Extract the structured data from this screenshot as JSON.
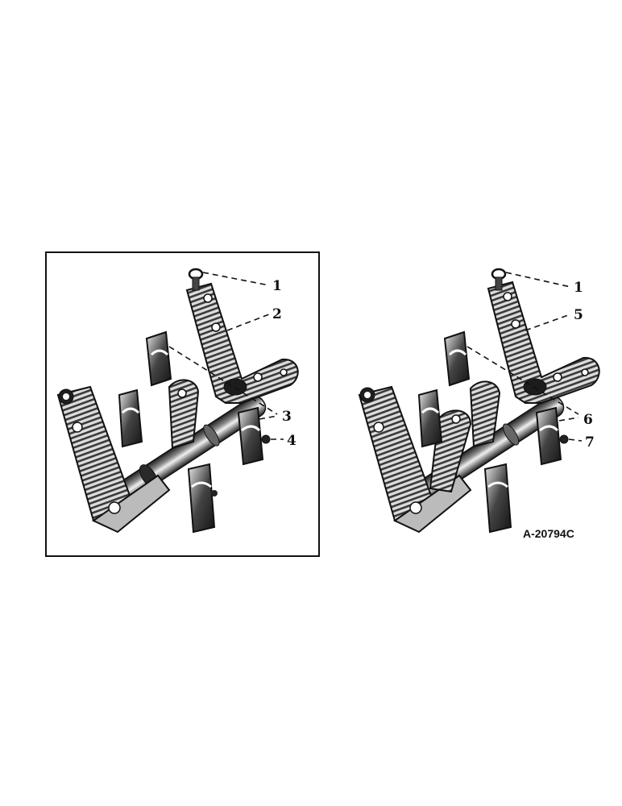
{
  "figure_id": "A-20794C",
  "left_assembly": {
    "callouts": [
      {
        "key": "c1",
        "label": "1"
      },
      {
        "key": "c2",
        "label": "2"
      },
      {
        "key": "c3",
        "label": "3"
      },
      {
        "key": "c4",
        "label": "4"
      }
    ]
  },
  "right_assembly": {
    "callouts": [
      {
        "key": "c1",
        "label": "1"
      },
      {
        "key": "c5",
        "label": "5"
      },
      {
        "key": "c6",
        "label": "6"
      },
      {
        "key": "c7",
        "label": "7"
      }
    ]
  },
  "colors": {
    "ink": "#111111",
    "metal_dark": "#2a2a2a",
    "metal_mid": "#7a7a7a",
    "metal_light": "#e4e4e4",
    "paper": "#ffffff"
  }
}
